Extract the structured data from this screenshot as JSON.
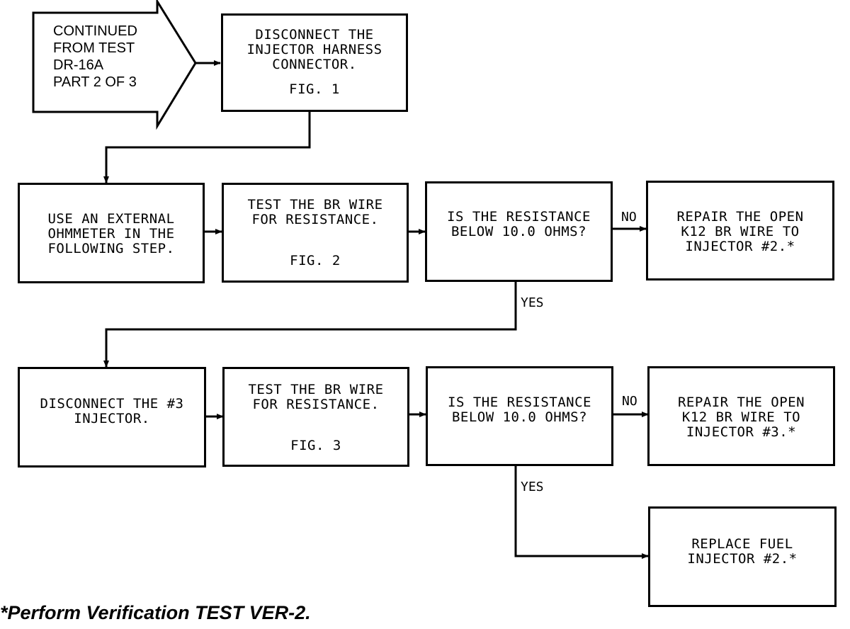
{
  "start": {
    "text": "CONTINUED\nFROM TEST\nDR-16A\nPART 2 OF 3"
  },
  "boxes": {
    "disconnect_harness": {
      "text": "DISCONNECT THE\nINJECTOR HARNESS\nCONNECTOR.",
      "fig": "FIG. 1"
    },
    "use_ohmmeter": {
      "text": "USE AN EXTERNAL\nOHMMETER IN THE\nFOLLOWING STEP."
    },
    "test_br_wire_1": {
      "text": "TEST THE BR WIRE\nFOR RESISTANCE.",
      "fig": "FIG. 2"
    },
    "resistance_q1": {
      "text": "IS THE RESISTANCE\nBELOW 10.0 OHMS?"
    },
    "repair_injector2": {
      "text": "REPAIR THE OPEN\nK12 BR WIRE TO\nINJECTOR #2.*"
    },
    "disconnect_injector3": {
      "text": "DISCONNECT THE #3\nINJECTOR."
    },
    "test_br_wire_2": {
      "text": "TEST THE BR WIRE\nFOR RESISTANCE.",
      "fig": "FIG. 3"
    },
    "resistance_q2": {
      "text": "IS THE RESISTANCE\nBELOW 10.0 OHMS?"
    },
    "repair_injector3": {
      "text": "REPAIR THE OPEN\nK12 BR WIRE TO\nINJECTOR #3.*"
    },
    "replace_injector2": {
      "text": "REPLACE FUEL\nINJECTOR #2.*"
    }
  },
  "labels": {
    "no_1": "NO",
    "yes_1": "YES",
    "no_2": "NO",
    "yes_2": "YES"
  },
  "footnote": "*Perform Verification TEST VER-2."
}
